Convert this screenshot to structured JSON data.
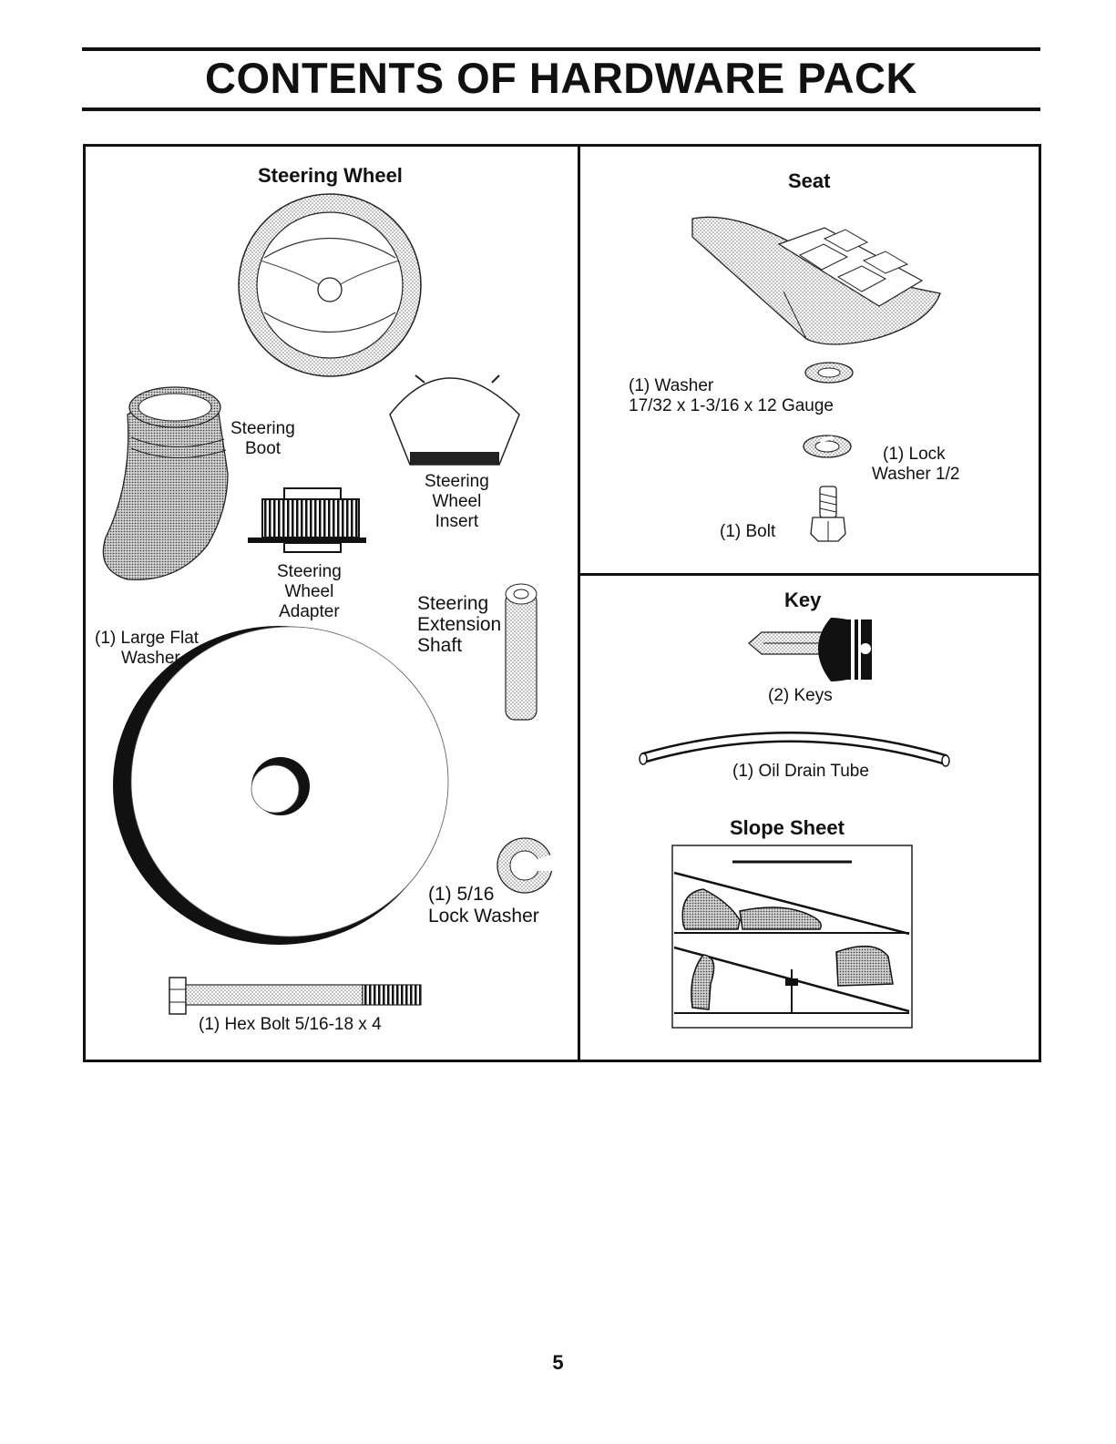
{
  "page": {
    "title": "CONTENTS OF HARDWARE PACK",
    "page_number": "5"
  },
  "steering": {
    "heading": "Steering Wheel",
    "boot": [
      "Steering",
      "Boot"
    ],
    "insert": [
      "Steering",
      "Wheel",
      "Insert"
    ],
    "adapter": [
      "Steering",
      "Wheel",
      "Adapter"
    ],
    "extension_shaft": [
      "Steering",
      "Extension",
      "Shaft"
    ],
    "large_flat_washer": [
      "(1) Large Flat",
      "Washer"
    ],
    "lock_washer_5_16": [
      "(1) 5/16",
      "Lock Washer"
    ],
    "hex_bolt": "(1) Hex Bolt 5/16-18 x 4"
  },
  "seat": {
    "heading": "Seat",
    "washer": [
      "(1) Washer",
      "17/32 x 1-3/16 x 12 Gauge"
    ],
    "lock_washer": [
      "(1) Lock",
      "Washer 1/2"
    ],
    "bolt": "(1) Bolt"
  },
  "key": {
    "heading": "Key",
    "keys": "(2) Keys",
    "oil_drain_tube": "(1) Oil Drain Tube"
  },
  "slope_sheet": {
    "heading": "Slope Sheet"
  }
}
